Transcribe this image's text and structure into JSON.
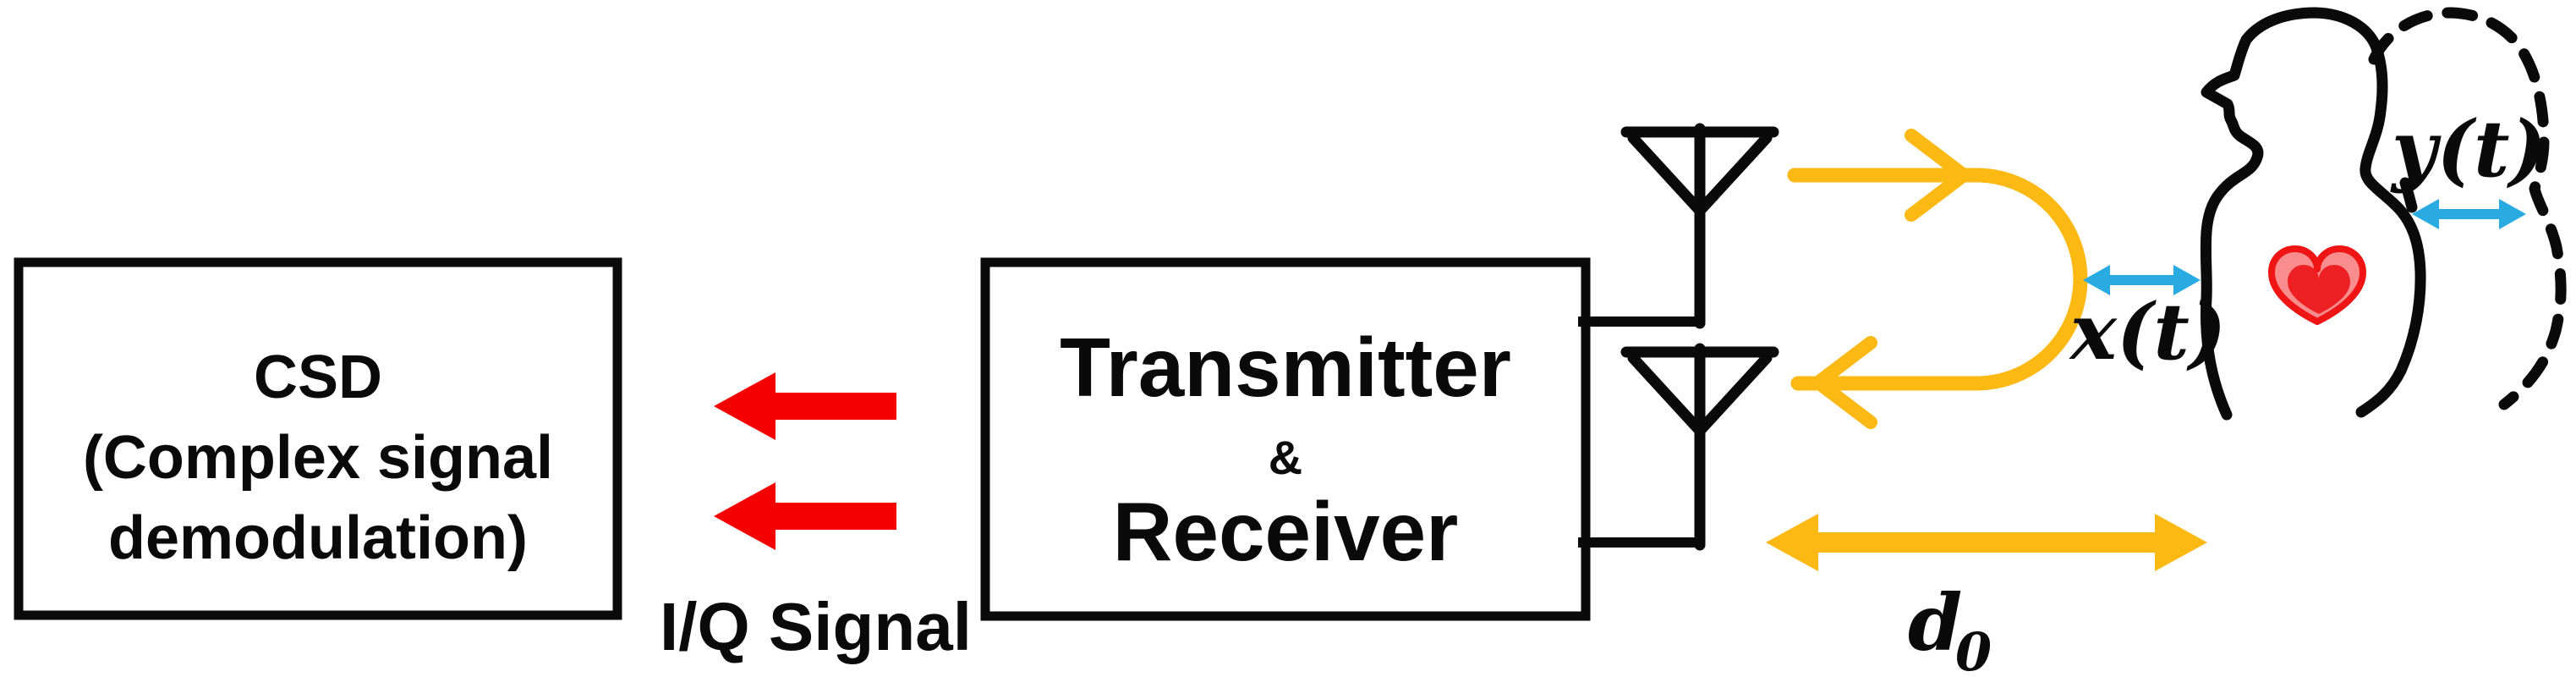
{
  "diagram_title": "Radar vital-sign detection system block diagram",
  "csd_box": {
    "line1": "CSD",
    "line2": "(Complex signal",
    "line3": "demodulation)"
  },
  "transceiver_box": {
    "line1": "Transmitter",
    "line2": "&",
    "line3": "Receiver"
  },
  "iq_label": "I/Q Signal",
  "chest_displacement_label": "x(t)",
  "body_motion_label": "y(t)",
  "distance_label_main": "d",
  "distance_label_sub": "0",
  "icons": {
    "antenna_top": "antenna-icon",
    "antenna_bottom": "antenna-icon",
    "heart": "heart-icon",
    "person": "person-silhouette",
    "person_ghost": "person-silhouette-dashed"
  },
  "colors": {
    "outline_black": "#0a0a0a",
    "arrow_red": "#f40000",
    "arrow_yellow": "#fcb813",
    "arrow_blue": "#29abe2",
    "heart_fill": "#f98c8c",
    "heart_core": "#ed2024",
    "heart_stroke": "#ef1515"
  }
}
